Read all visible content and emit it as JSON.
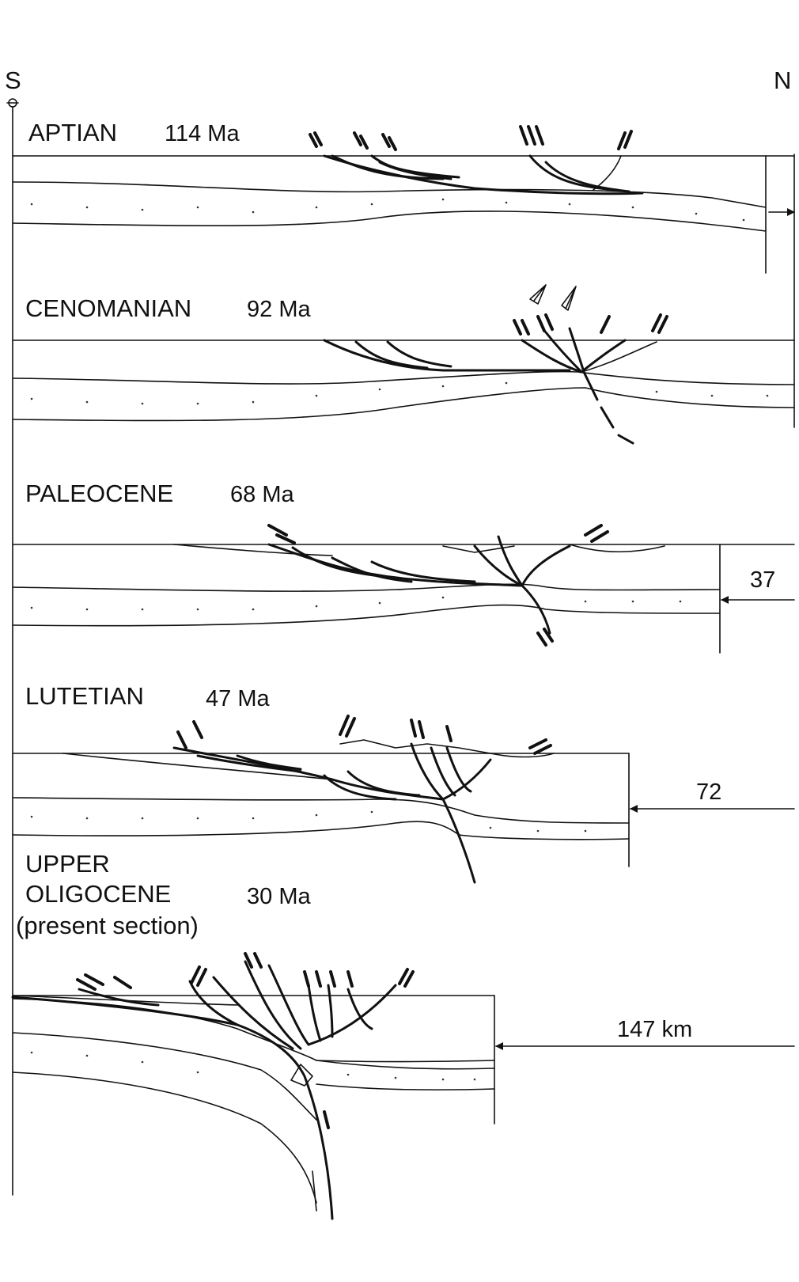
{
  "compass": {
    "south": "S",
    "north": "N"
  },
  "stages": [
    {
      "name": "APTIAN",
      "age": "114 Ma",
      "shortening": ""
    },
    {
      "name": "CENOMANIAN",
      "age": "92 Ma",
      "shortening": ""
    },
    {
      "name": "PALEOCENE",
      "age": "68 Ma",
      "shortening": "37"
    },
    {
      "name": "LUTETIAN",
      "age": "47 Ma",
      "shortening": "72"
    },
    {
      "name": "UPPER",
      "name_line2": "OLIGOCENE",
      "age": "30 Ma",
      "note": "(present section)",
      "shortening": "147 km"
    }
  ],
  "colors": {
    "ink": "#111111",
    "background": "#ffffff"
  }
}
